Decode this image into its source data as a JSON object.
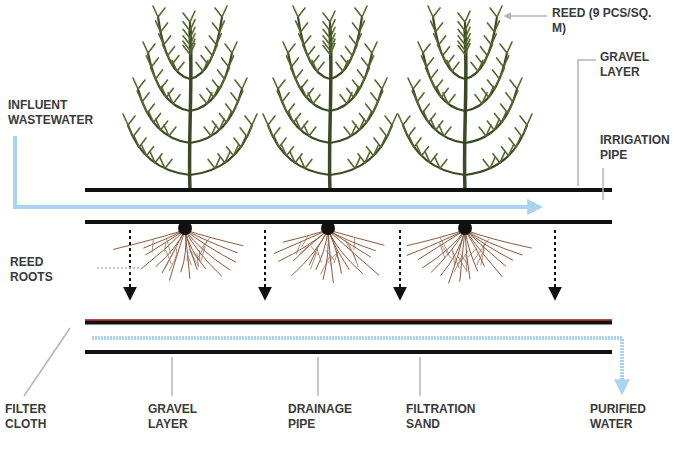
{
  "diagram": {
    "labels": [
      "REED (9 PCS/SQ. M)",
      "GRAVEL LAYER",
      "IRRIGATION PIPE",
      "INFLUENT WASTEWATER",
      "REED ROOTS",
      "FILTER CLOTH",
      "GRAVEL LAYER",
      "DRAINAGE PIPE",
      "FILTRATION SAND",
      "PURIFIED WATER"
    ]
  }
}
